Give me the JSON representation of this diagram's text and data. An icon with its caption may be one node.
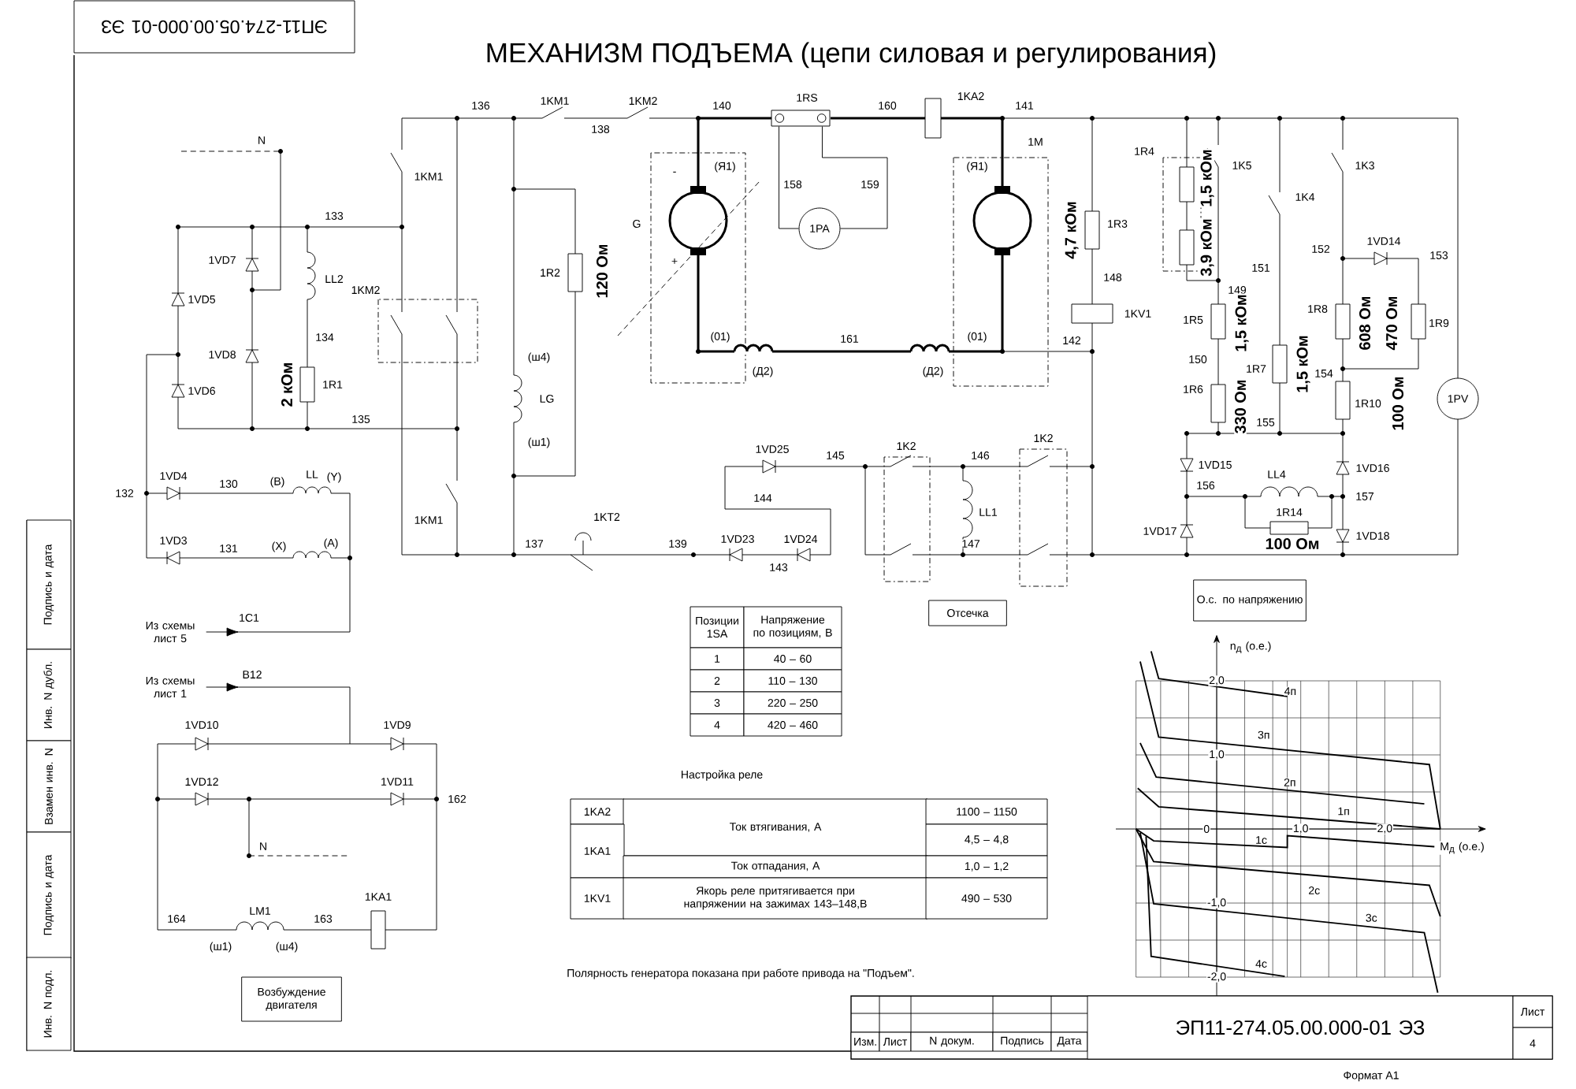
{
  "diagram": {
    "title": "МЕХАНИЗМ ПОДЪЕМА (цепи силовая и регулирования)",
    "nodes": [
      {
        "text": [
          "Из схемы лист 5"
        ]
      },
      {
        "text": [
          "Из схемы лист 1"
        ]
      },
      {
        "text": [],
        "shape": "box",
        "beside": [
          "1RS"
        ]
      },
      {
        "text": [
          "1PA"
        ]
      },
      {
        "text": [
          "1PV"
        ]
      },
      {
        "text": [
          "Отсечка"
        ]
      },
      {
        "text": [
          "О.с. по напряжению"
        ]
      },
      {
        "text": [
          "Возбуждение двигателя"
        ]
      }
    ],
    "edges": [
      {
        "from": 0,
        "to": null,
        "arrow": "to",
        "label": "1C1"
      },
      {
        "from": 1,
        "to": null,
        "arrow": "to",
        "label": "B12"
      },
      {
        "from": 2,
        "to": 3,
        "arrow": "none",
        "label": "158"
      },
      {
        "from": 2,
        "to": 3,
        "arrow": "none",
        "label": "159"
      }
    ],
    "labels": [
      "ЭП11-274.05.00.000-01 ЭЗ",
      "Подпись и дата",
      "Инв. N дубл.",
      "Взамен инв. N",
      "Подпись и дата",
      "Инв. N подл.",
      "N",
      "133",
      "1VD7",
      "LL2",
      "1VD5",
      "1KM2",
      "1VD8",
      "134",
      "2 кОм",
      "1R1",
      "1VD6",
      "135",
      "1KM1",
      "136",
      "1KM1",
      "138",
      "1KM2",
      "140",
      "1R2",
      "120 Ом",
      "(ш4)",
      "LG",
      "(ш1)",
      "(Я1)",
      "-",
      "G",
      "+",
      "(01)",
      "160",
      "1KA2",
      "141",
      "(Я1)",
      "1M",
      "161",
      "(Д2)",
      "(Д2)",
      "(01)",
      "142",
      "4,7 кОм",
      "1R3",
      "148",
      "1KV1",
      "1R4",
      "1,5 кОм",
      "3,9 кОм",
      "1K5",
      "149",
      "151",
      "1K4",
      "1K3",
      "152",
      "1VD14",
      "153",
      "1R5",
      "1,5 кОм",
      "1R8",
      "608 Ом",
      "470 Ом",
      "1R9",
      "150",
      "1R7",
      "1,5 кОм",
      "154",
      "1R6",
      "330 Ом",
      "1R10",
      "100 Ом",
      "155",
      "1VD25",
      "145",
      "1K2",
      "146",
      "1K2",
      "1VD15",
      "1VD16",
      "132",
      "1VD4",
      "130",
      "(B)",
      "LL",
      "(Y)",
      "144",
      "156",
      "LL4",
      "157",
      "1KM1",
      "1KT2",
      "LL1",
      "1R14",
      "1VD3",
      "131",
      "(X)",
      "(A)",
      "137",
      "139",
      "1VD23",
      "1VD24",
      "147",
      "1VD17",
      "100 Ом",
      "1VD18",
      "143",
      "Позиции 1SA",
      "Напряжение по позициям, В",
      "1",
      "40 – 60",
      "2",
      "110 – 130",
      "3",
      "220 – 250",
      "4",
      "420 – 460",
      "Настройка реле",
      "1KA2",
      "Ток втягивания, А",
      "1100 – 1150",
      "1KA1",
      "4,5 – 4,8",
      "Ток отпадания, А",
      "1,0 – 1,2",
      "1KV1",
      "Якорь реле притягивается при напряжении на зажимах 143–148,В",
      "490 – 530",
      "1VD10",
      "1VD9",
      "1VD12",
      "1VD11",
      "162",
      "N",
      "1KA1",
      "LM1",
      "164",
      "163",
      "(ш1)",
      "(ш4)",
      "Полярность генератора показана при работе привода на \"Подъем\".",
      "Изм.",
      "Лист",
      "N докум.",
      "Подпись",
      "Дата",
      "ЭП11-274.05.00.000-01 ЭЗ",
      "Лист",
      "4",
      "Формат А1"
    ],
    "chart_data": {
      "type": "line",
      "xlabel": "M$_{д}$ (о.е.)",
      "ylabel": "n$_{д}$ (о.е.)",
      "xlim": [
        -1.2,
        3.1
      ],
      "ylim": [
        -2.25,
        2.5
      ],
      "grid": true,
      "xticks": [
        {
          "value": 0,
          "label": "0"
        },
        {
          "value": 1,
          "label": "1,0"
        },
        {
          "value": 2,
          "label": "2,0"
        }
      ],
      "yticks": [
        {
          "value": -2,
          "label": "-2,0"
        },
        {
          "value": -1,
          "label": "-1,0"
        },
        {
          "value": 1,
          "label": "1,0"
        },
        {
          "value": 2,
          "label": "2,0"
        }
      ],
      "series": [
        {
          "name": "4п",
          "color": "#000000",
          "x": [
            -0.78,
            -0.69,
            0.84
          ],
          "values": [
            2.4,
            2.03,
            1.79
          ]
        },
        {
          "name": "3п",
          "color": "#000000",
          "x": [
            -0.91,
            -0.69,
            2.53,
            2.66
          ],
          "values": [
            2.26,
            1.24,
            0.87,
            0
          ]
        },
        {
          "name": "2п",
          "color": "#000000",
          "x": [
            -0.91,
            -0.72,
            2.47
          ],
          "values": [
            1.16,
            0.7,
            0.34
          ]
        },
        {
          "name": "1п",
          "color": "#000000",
          "x": [
            -0.94,
            -0.69,
            2.66
          ],
          "values": [
            0.55,
            0.3,
            0
          ]
        },
        {
          "name": "1с",
          "color": "#000000",
          "x": [
            -0.96,
            -0.75,
            0.84,
            0.84,
            2.59
          ],
          "values": [
            0,
            -0.16,
            -0.25,
            -0.09,
            -0.24
          ]
        },
        {
          "name": "2с",
          "color": "#000000",
          "x": [
            -0.96,
            -0.75,
            2.53,
            2.66
          ],
          "values": [
            0,
            -0.44,
            -0.76,
            -1.18
          ]
        },
        {
          "name": "3с",
          "color": "#000000",
          "x": [
            -0.91,
            -0.75,
            2.47,
            2.63
          ],
          "values": [
            -0.05,
            -1.01,
            -1.4,
            -2.21
          ]
        },
        {
          "name": "4с",
          "color": "#000000",
          "x": [
            -0.84,
            -0.78,
            0.81
          ],
          "values": [
            -0.1,
            -1.72,
            -1.99
          ]
        }
      ]
    }
  }
}
